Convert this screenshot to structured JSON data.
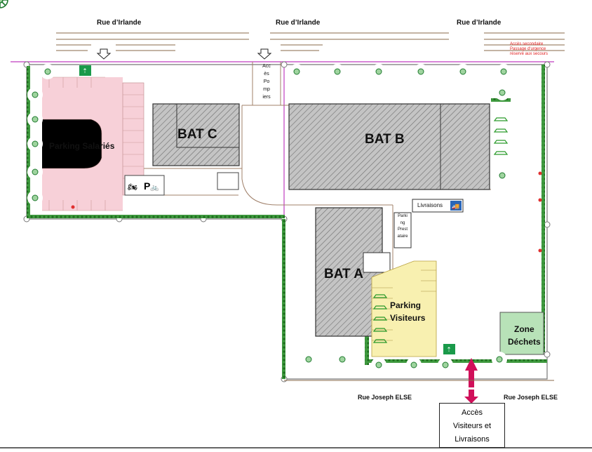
{
  "streets": {
    "top_left": "Rue d’Irlande",
    "top_center": "Rue d’Irlande",
    "top_right": "Rue d’Irlande",
    "bottom_left": "Rue Joseph ELSE",
    "bottom_right": "Rue Joseph ELSE"
  },
  "buildings": {
    "bat_a": "BAT A",
    "bat_b": "BAT B",
    "bat_c": "BAT C"
  },
  "zones": {
    "parking_salaries": "Parking Salariés",
    "parking_visiteurs_line1": "Parking",
    "parking_visiteurs_line2": "Visiteurs",
    "zone_dechets_line1": "Zone",
    "zone_dechets_line2": "Déchets"
  },
  "labels": {
    "acces_pompiers": [
      "Acc",
      "ès",
      "Po",
      "mp",
      "iers"
    ],
    "parking_prestataire": [
      "Parki",
      "ng",
      "Prest",
      "ataire"
    ],
    "livraisons": "Livraisons",
    "emergency_note": [
      "Accès secondaire",
      "Passage d'urgence",
      "réservé aux secours"
    ],
    "parking_sign": "P"
  },
  "callout": {
    "line1": "Accès",
    "line2": "Visiteurs et",
    "line3": "Livraisons"
  },
  "colors": {
    "boundary": "#c03cc0",
    "parking_salaries_fill": "#f7d0d8",
    "parking_visiteurs_fill": "#f8f0b0",
    "building_fill": "#bdbdbd",
    "hedge": "#2c8a2c",
    "access_arrow": "#d0105a"
  }
}
